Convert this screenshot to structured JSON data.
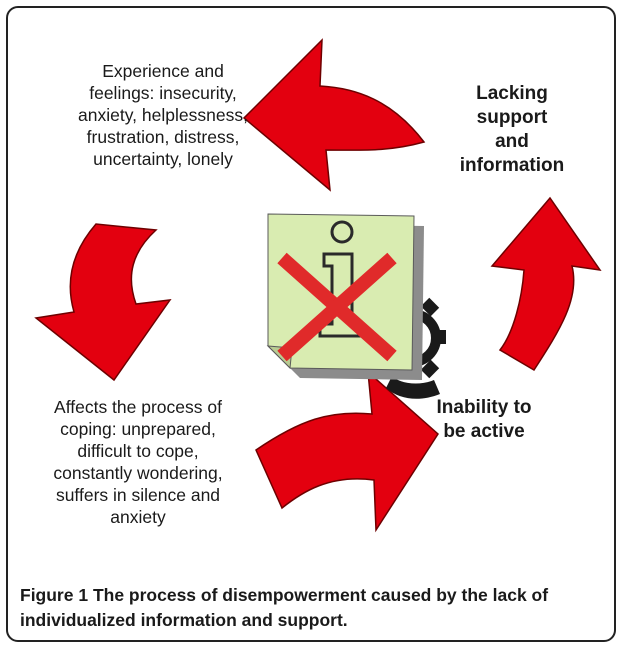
{
  "diagram": {
    "experience_text": [
      "Experience and",
      "feelings: insecurity,",
      "anxiety, helplessness,",
      "frustration, distress,",
      "uncertainty, lonely"
    ],
    "lacking_text": [
      "Lacking",
      "support",
      "and",
      "information"
    ],
    "affects_text": [
      "Affects the process of",
      "coping: unprepared,",
      "difficult to cope,",
      "constantly wondering,",
      "suffers in silence and",
      "anxiety"
    ],
    "inability_text": [
      "Inability to",
      "be active"
    ],
    "icons": [
      "information-document-icon",
      "red-x-icon",
      "gear-icon"
    ],
    "colors": {
      "arrow_fill": "#e3000f",
      "arrow_stroke": "#6e0000",
      "doc_fill": "#d9ecb1",
      "doc_shadow": "#8c8c8c",
      "x_color": "#e02a2a"
    }
  },
  "caption": {
    "label": "Figure 1",
    "text": " The process of disempowerment caused by the lack of individualized information and support."
  }
}
